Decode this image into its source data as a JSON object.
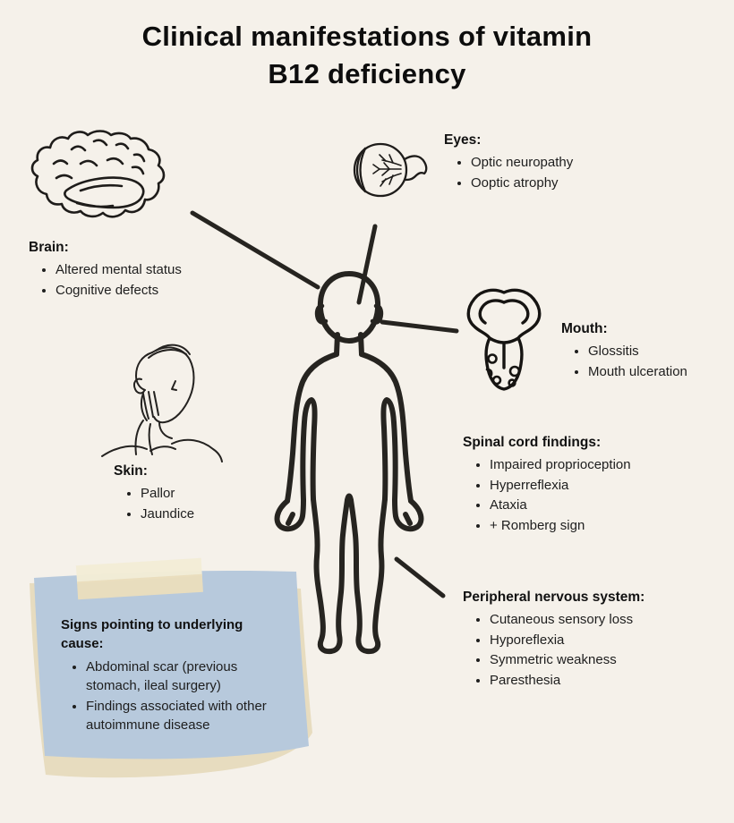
{
  "title": {
    "line1": "Clinical manifestations of vitamin",
    "line2": "B12 deficiency"
  },
  "sections": {
    "brain": {
      "heading": "Brain:",
      "items": [
        "Altered mental status",
        "Cognitive defects"
      ]
    },
    "eyes": {
      "heading": "Eyes:",
      "items": [
        "Optic neuropathy",
        "Ooptic atrophy"
      ]
    },
    "mouth": {
      "heading": "Mouth:",
      "items": [
        "Glossitis",
        "Mouth ulceration"
      ]
    },
    "skin": {
      "heading": "Skin:",
      "items": [
        "Pallor",
        "Jaundice"
      ]
    },
    "spinal": {
      "heading": "Spinal cord findings:",
      "items": [
        "Impaired proprioception",
        "Hyperreflexia",
        "Ataxia",
        "+ Romberg sign"
      ]
    },
    "pns": {
      "heading": "Peripheral nervous system:",
      "items": [
        "Cutaneous sensory loss",
        "Hyporeflexia",
        "Symmetric weakness",
        "Paresthesia"
      ]
    },
    "note": {
      "heading": "Signs pointing to underlying cause:",
      "items": [
        "Abdominal scar (previous stomach, ileal surgery)",
        "Findings associated with other autoimmune disease"
      ]
    }
  },
  "illustrations": {
    "brain": "brain line drawing",
    "eye": "eyeball with optic nerve line drawing",
    "tongue": "tongue with ulcers line drawing",
    "face": "person touching cheek line drawing",
    "body": "human body outline"
  },
  "colors": {
    "background": "#f5f1ea",
    "ink": "#262420",
    "note_blue": "#b7c9dc",
    "paper_beige": "#e7dcbf",
    "tape_light": "#f3ecd6",
    "tape_dark": "#e9ddbd"
  }
}
